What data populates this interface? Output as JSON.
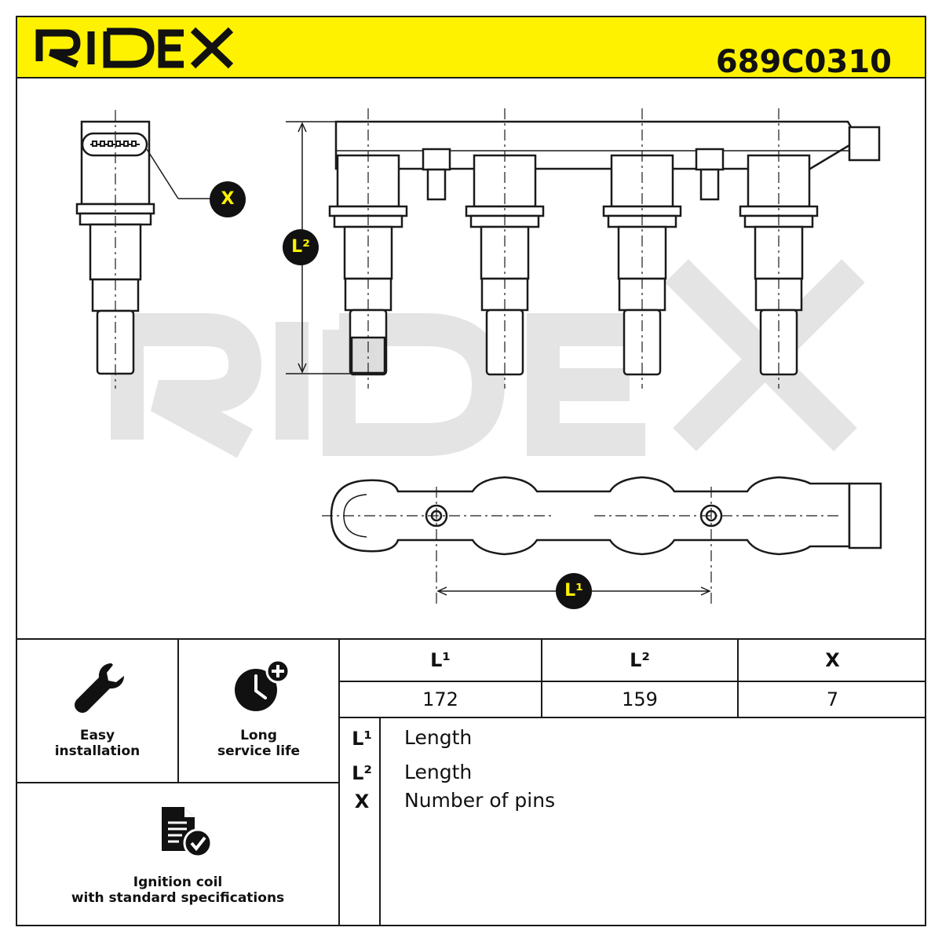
{
  "header": {
    "brand": "RIDEX",
    "part_number": "689C0310"
  },
  "drawing": {
    "callout_x": "X",
    "callout_l2": "L²",
    "callout_l1": "L¹",
    "watermark": "RIDEX"
  },
  "features": [
    {
      "icon": "wrench-icon",
      "label_line1": "Easy",
      "label_line2": "installation"
    },
    {
      "icon": "clock-plus-icon",
      "label_line1": "Long",
      "label_line2": "service life"
    },
    {
      "icon": "document-check-icon",
      "label_line1": "Ignition coil",
      "label_line2": "with standard specifications"
    }
  ],
  "spec_table": {
    "headers": [
      "L¹",
      "L²",
      "X"
    ],
    "values": [
      "172",
      "159",
      "7"
    ]
  },
  "legend": [
    {
      "key": "L¹",
      "text": "Length"
    },
    {
      "key": "L²",
      "text": "Length"
    },
    {
      "key": "X",
      "text": "Number of pins"
    }
  ],
  "colors": {
    "brand_yellow": "#fff200",
    "line": "#1a1a1a",
    "watermark": "#e6e6e6"
  }
}
